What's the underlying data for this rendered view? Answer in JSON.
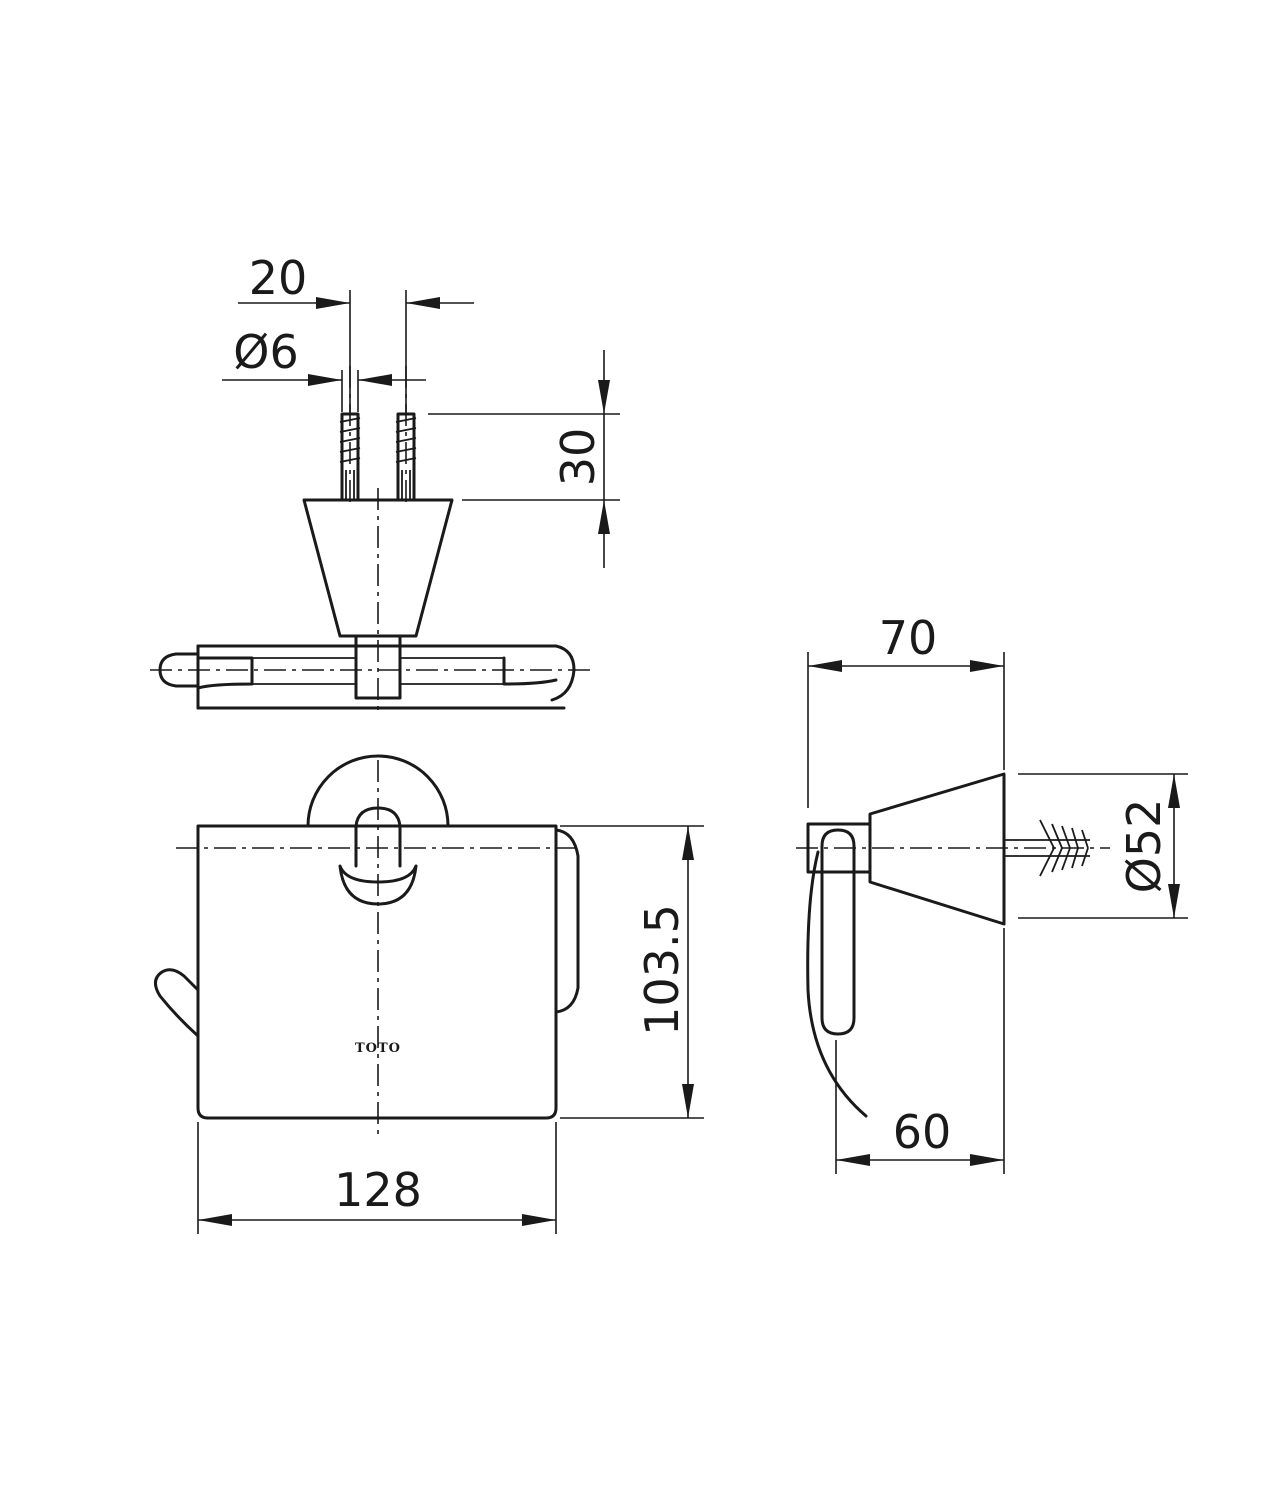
{
  "dimensions": {
    "pitch": "20",
    "screw_diameter": "Ø6",
    "screw_depth": "30",
    "depth": "70",
    "base_diameter": "Ø52",
    "height": "103.5",
    "width": "128",
    "arm_depth": "60"
  },
  "logo": "TOTO"
}
